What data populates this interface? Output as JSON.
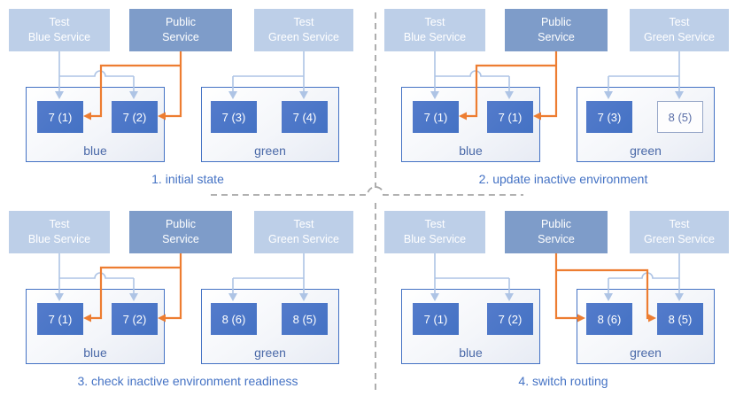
{
  "colors": {
    "service_test_fill": "#BDCFE8",
    "service_public_fill": "#7E9CC9",
    "pod_fill": "#4472C4",
    "pod_text": "#FFFFFF",
    "pod_outlined_fill": "#FDFDFE",
    "pod_outlined_border": "#97A7C8",
    "pod_outlined_text": "#5B6FA8",
    "env_box_border": "#4472C4",
    "env_label_text": "#4A69A8",
    "connector_light": "#AEC4E5",
    "connector_orange": "#ED7D31",
    "caption_text": "#4472C4",
    "divider_dash": "#A6A6A6"
  },
  "services": {
    "test_blue": {
      "line1": "Test",
      "line2": "Blue Service"
    },
    "public": {
      "line1": "Public",
      "line2": "Service"
    },
    "test_green": {
      "line1": "Test",
      "line2": "Green Service"
    }
  },
  "env": {
    "blue_label": "blue",
    "green_label": "green"
  },
  "panels": [
    {
      "caption": "1. initial state",
      "public_routes_to": "blue",
      "blue_pods": [
        {
          "label": "7 (1)",
          "style": "filled"
        },
        {
          "label": "7 (2)",
          "style": "filled"
        }
      ],
      "green_pods": [
        {
          "label": "7 (3)",
          "style": "filled"
        },
        {
          "label": "7 (4)",
          "style": "filled"
        }
      ]
    },
    {
      "caption": "2. update inactive environment",
      "public_routes_to": "blue",
      "blue_pods": [
        {
          "label": "7 (1)",
          "style": "filled"
        },
        {
          "label": "7 (1)",
          "style": "filled"
        }
      ],
      "green_pods": [
        {
          "label": "7 (3)",
          "style": "filled"
        },
        {
          "label": "8 (5)",
          "style": "outlined"
        }
      ]
    },
    {
      "caption": "3. check inactive environment readiness",
      "public_routes_to": "blue",
      "blue_pods": [
        {
          "label": "7 (1)",
          "style": "filled"
        },
        {
          "label": "7 (2)",
          "style": "filled"
        }
      ],
      "green_pods": [
        {
          "label": "8 (6)",
          "style": "filled"
        },
        {
          "label": "8 (5)",
          "style": "filled"
        }
      ]
    },
    {
      "caption": "4. switch routing",
      "public_routes_to": "green",
      "blue_pods": [
        {
          "label": "7 (1)",
          "style": "filled"
        },
        {
          "label": "7 (2)",
          "style": "filled"
        }
      ],
      "green_pods": [
        {
          "label": "8 (6)",
          "style": "filled"
        },
        {
          "label": "8 (5)",
          "style": "filled"
        }
      ]
    }
  ]
}
